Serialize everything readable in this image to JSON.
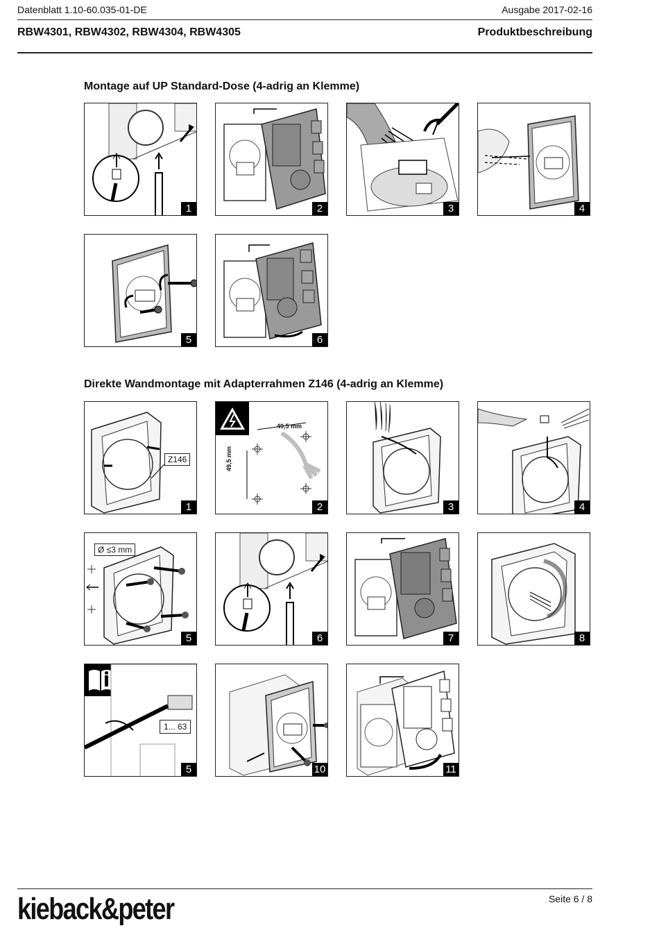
{
  "header": {
    "doc_id": "Datenblatt 1.10-60.035-01-DE",
    "edition": "Ausgabe 2017-02-16",
    "models": "RBW4301, RBW4302, RBW4304, RBW4305",
    "doc_type": "Produktbeschreibung"
  },
  "section1": {
    "title": "Montage auf UP Standard-Dose (4-adrig an Klemme)",
    "steps": [
      "1",
      "2",
      "3",
      "4",
      "5",
      "6"
    ]
  },
  "section2": {
    "title": "Direkte Wandmontage mit Adapterrahmen Z146 (4-adrig an Klemme)",
    "steps": [
      "1",
      "2",
      "3",
      "4",
      "5",
      "6",
      "7",
      "8",
      "5",
      "10",
      "11"
    ],
    "labels": {
      "adapter": "Z146",
      "dim_horizontal": "49,5 mm",
      "dim_vertical": "49,5 mm",
      "drill_diameter": "Ø ≤3 mm",
      "address_range": "1... 63"
    }
  },
  "footer": {
    "logo": "kieback&peter",
    "page": "Seite 6 / 8"
  }
}
